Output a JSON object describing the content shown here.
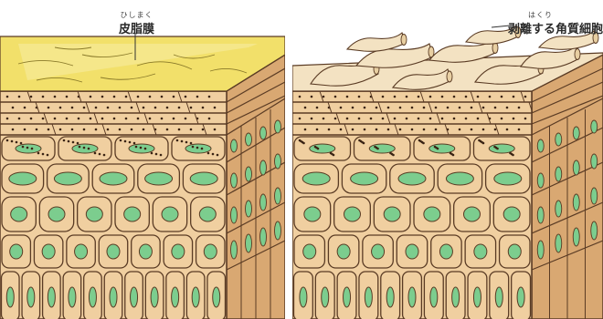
{
  "labels": {
    "left": {
      "ruby": "ひしまく",
      "text": "皮脂膜"
    },
    "right": {
      "ruby": "はくり",
      "text": "剥離する角質細胞"
    }
  },
  "colors": {
    "sebum": "#f2e06a",
    "sebum_light": "#f8eeaa",
    "cell": "#f0cfa0",
    "cell_side": "#d9a872",
    "outline": "#5a3b24",
    "nucleus": "#7ccd8e",
    "dots": "#3b2414",
    "flake": "#f3e2c2"
  }
}
